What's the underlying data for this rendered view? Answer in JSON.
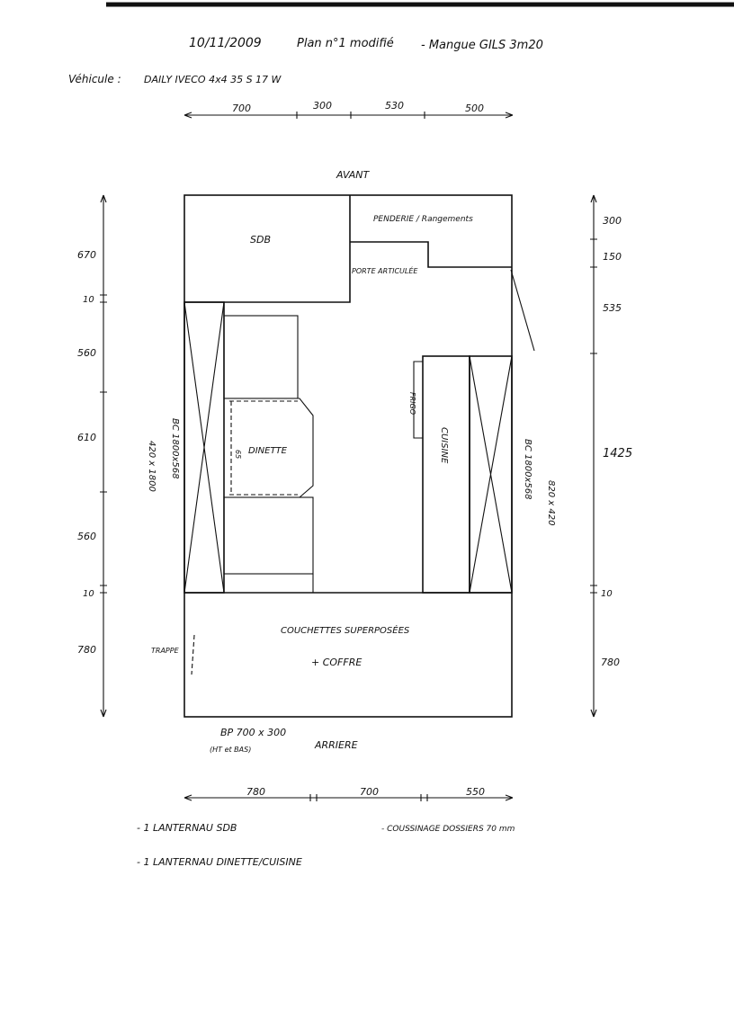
{
  "header": {
    "date": "10/11/2009",
    "plan_title": "Plan n°1 modifié",
    "client": "- Mangue GILS  3m20"
  },
  "vehicle": {
    "label": "Véhicule :",
    "model": "DAILY IVECO 4x4  35 S 17 W"
  },
  "top_dimensions": [
    "700",
    "300",
    "530",
    "500"
  ],
  "bottom_dimensions": [
    "780",
    "700",
    "550"
  ],
  "left_dimensions": [
    "670",
    "10",
    "560",
    "610",
    "560",
    "10",
    "780"
  ],
  "right_dimensions": [
    "300",
    "150",
    "535",
    "1425",
    "10",
    "780"
  ],
  "labels": {
    "front": "AVANT",
    "rear": "ARRIERE",
    "bathroom": "SDB",
    "wardrobe": "PENDERIE / Rangements",
    "hinged_door": "PORTE ARTICULÉE",
    "dinette": "DINETTE",
    "dinette_width": "65",
    "kitchen": "CUISINE",
    "fridge": "FRIGO",
    "bunks": "COUCHETTES SUPERPOSÉES",
    "chest": "+ COFFRE",
    "hatch": "TRAPPE",
    "rear_door": "BP 700 x 300",
    "rear_door_note": "(HT et BAS)",
    "left_bench": "BC 1800x568",
    "left_bench_size": "420 x 1800",
    "right_bench": "BC 1800x568",
    "right_bench_size": "820 x 420"
  },
  "notes": {
    "skylight_1": "- 1 LANTERNAU  SDB",
    "skylight_2": "- 1 LANTERNAU  DINETTE/CUISINE",
    "cushions": "- COUSSINAGE DOSSIERS 70 mm"
  }
}
